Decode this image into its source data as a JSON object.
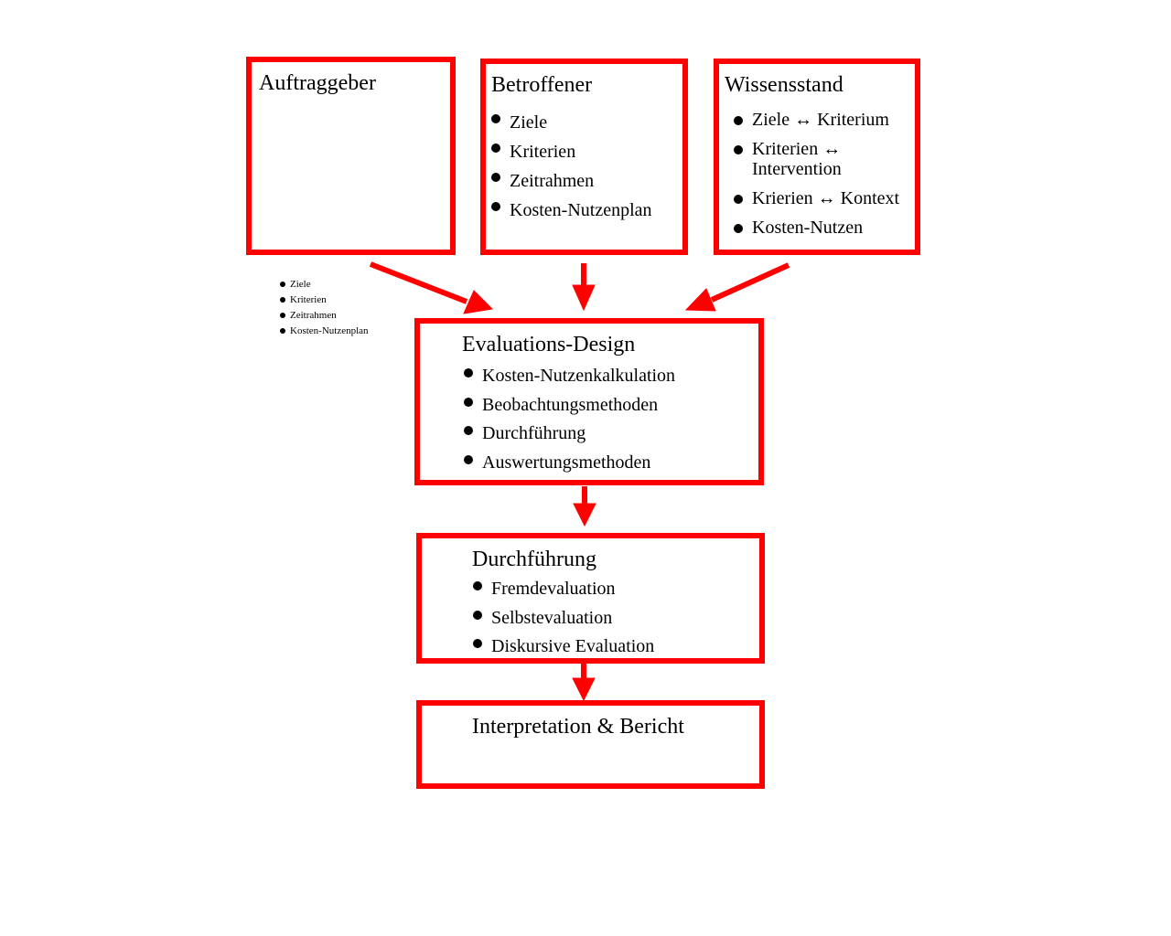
{
  "colors": {
    "accent": "#ff0000",
    "text": "#000000",
    "background": "#ffffff"
  },
  "auftraggeber": {
    "title": "Auftraggeber",
    "items": [
      "Ziele",
      "Kriterien",
      "Zeitrahmen",
      "Kosten-Nutzenplan"
    ]
  },
  "betroffener": {
    "title": "Betroffener",
    "items": [
      "Ziele",
      "Kriterien",
      "Zeitrahmen",
      "Kosten-Nutzenplan"
    ]
  },
  "wissensstand": {
    "title": "Wissensstand",
    "items": [
      "Ziele ↔ Kriterium",
      "Kriterien ↔ Intervention",
      "Krierien ↔ Kontext",
      "Kosten-Nutzen"
    ]
  },
  "evaluations_design": {
    "title": "Evaluations-Design",
    "items": [
      "Kosten-Nutzenkalkulation",
      "Beobachtungsmethoden",
      "Durchführung",
      "Auswertungsmethoden"
    ]
  },
  "durchfuehrung": {
    "title": "Durchführung",
    "items": [
      "Fremdevaluation",
      "Selbstevaluation",
      "Diskursive Evaluation"
    ]
  },
  "bericht": {
    "title": "Interpretation & Bericht"
  }
}
